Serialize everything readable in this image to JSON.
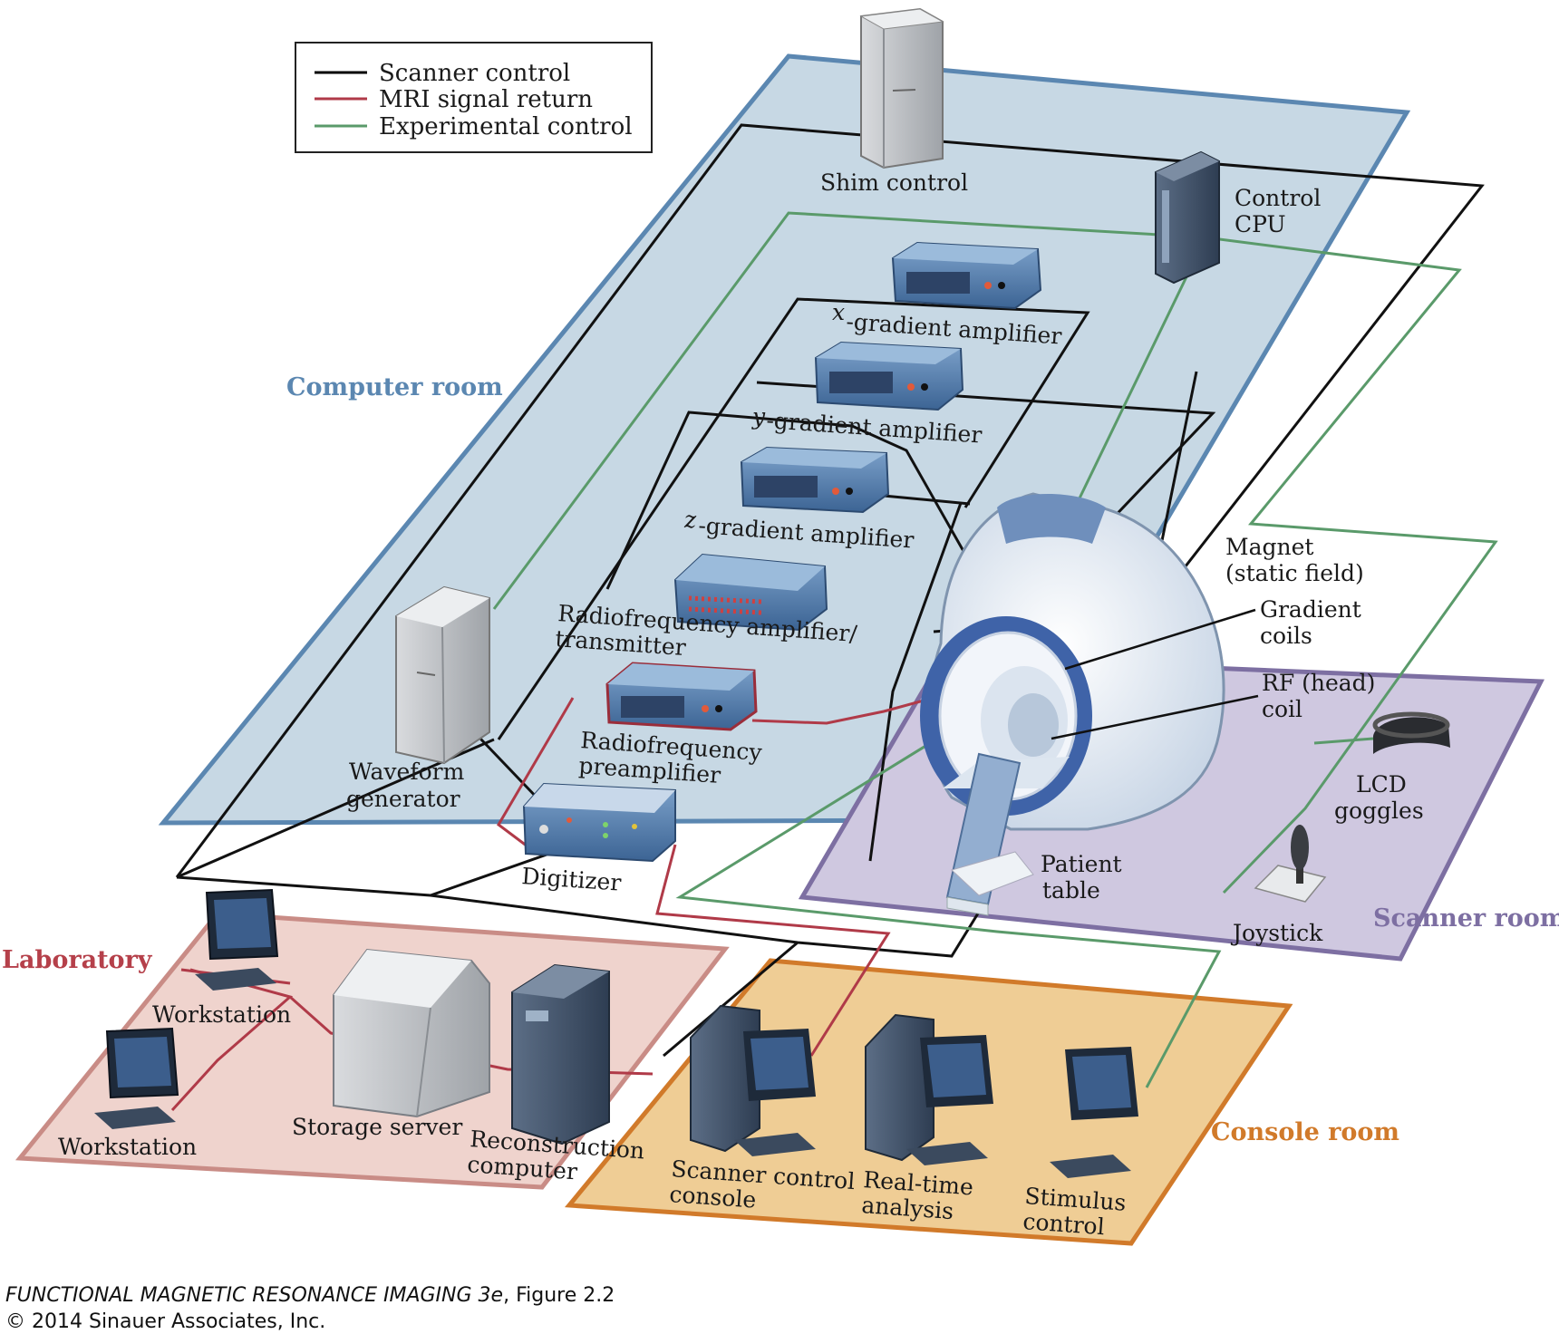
{
  "legend": {
    "items": [
      {
        "label": "Scanner control",
        "color": "#000000"
      },
      {
        "label": "MRI signal return",
        "color": "#b03a48"
      },
      {
        "label": "Experimental control",
        "color": "#5a9a6a"
      }
    ]
  },
  "rooms": {
    "computer": {
      "label": "Computer room",
      "color": "#5b87b1"
    },
    "scanner": {
      "label": "Scanner room",
      "color": "#7d6fa2"
    },
    "laboratory": {
      "label": "Laboratory",
      "color": "#b5404a"
    },
    "console": {
      "label": "Console room",
      "color": "#d17a2a"
    }
  },
  "components": {
    "shim_control": "Shim control",
    "control_cpu": [
      "Control",
      "CPU"
    ],
    "x_gradient": {
      "axis": "x",
      "label": "-gradient amplifier"
    },
    "y_gradient": {
      "axis": "y",
      "label": "-gradient amplifier"
    },
    "z_gradient": {
      "axis": "z",
      "label": "-gradient amplifier"
    },
    "rf_amplifier": [
      "Radiofrequency amplifier/",
      "transmitter"
    ],
    "rf_preamplifier": [
      "Radiofrequency",
      "preamplifier"
    ],
    "waveform_generator": [
      "Waveform",
      "generator"
    ],
    "digitizer": "Digitizer",
    "magnet": [
      "Magnet",
      "(static field)"
    ],
    "gradient_coils": [
      "Gradient",
      "coils"
    ],
    "rf_coil": [
      "RF (head)",
      "coil"
    ],
    "patient_table": [
      "Patient",
      "table"
    ],
    "lcd_goggles": [
      "LCD",
      "goggles"
    ],
    "joystick": "Joystick",
    "workstation_1": "Workstation",
    "workstation_2": "Workstation",
    "storage_server": "Storage server",
    "reconstruction_computer": [
      "Reconstruction",
      "computer"
    ],
    "scanner_console": [
      "Scanner control",
      "console"
    ],
    "realtime_analysis": [
      "Real-time",
      "analysis"
    ],
    "stimulus_control": [
      "Stimulus",
      "control"
    ]
  },
  "caption": {
    "title": "FUNCTIONAL MAGNETIC RESONANCE IMAGING 3e",
    "figure": ", Figure 2.2",
    "copyright": "© 2014 Sinauer Associates, Inc."
  }
}
